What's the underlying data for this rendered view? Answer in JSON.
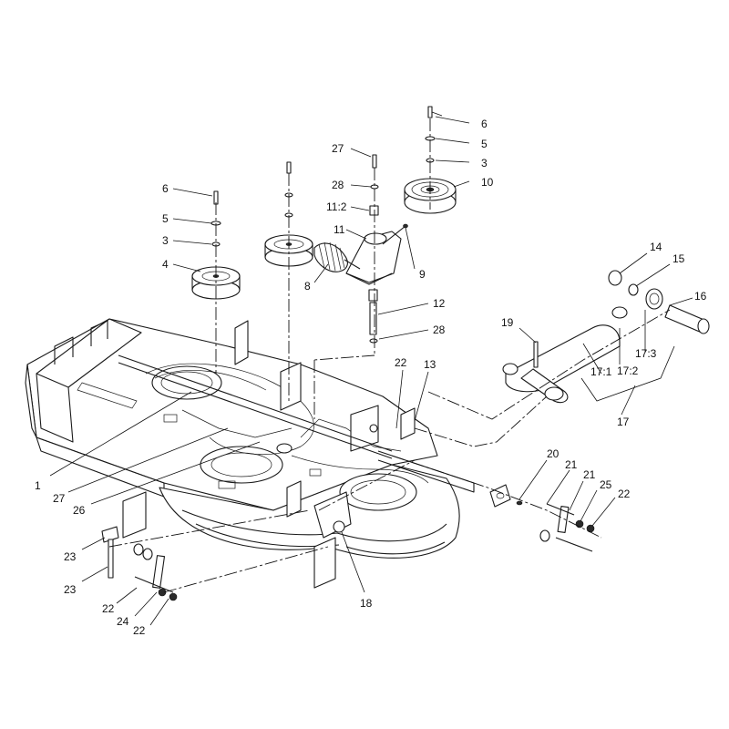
{
  "diagram": {
    "callouts": [
      {
        "id": "c1",
        "text": "1"
      },
      {
        "id": "c3a",
        "text": "3"
      },
      {
        "id": "c3b",
        "text": "3"
      },
      {
        "id": "c4",
        "text": "4"
      },
      {
        "id": "c5a",
        "text": "5"
      },
      {
        "id": "c5b",
        "text": "5"
      },
      {
        "id": "c6a",
        "text": "6"
      },
      {
        "id": "c6b",
        "text": "6"
      },
      {
        "id": "c8",
        "text": "8"
      },
      {
        "id": "c9",
        "text": "9"
      },
      {
        "id": "c10",
        "text": "10"
      },
      {
        "id": "c11",
        "text": "11"
      },
      {
        "id": "c11_2",
        "text": "11:2"
      },
      {
        "id": "c12",
        "text": "12"
      },
      {
        "id": "c13",
        "text": "13"
      },
      {
        "id": "c14",
        "text": "14"
      },
      {
        "id": "c15",
        "text": "15"
      },
      {
        "id": "c16",
        "text": "16"
      },
      {
        "id": "c17",
        "text": "17"
      },
      {
        "id": "c17_1",
        "text": "17:1"
      },
      {
        "id": "c17_2",
        "text": "17:2"
      },
      {
        "id": "c17_3",
        "text": "17:3"
      },
      {
        "id": "c18",
        "text": "18"
      },
      {
        "id": "c19",
        "text": "19"
      },
      {
        "id": "c20",
        "text": "20"
      },
      {
        "id": "c21a",
        "text": "21"
      },
      {
        "id": "c21b",
        "text": "21"
      },
      {
        "id": "c22a",
        "text": "22"
      },
      {
        "id": "c22b",
        "text": "22"
      },
      {
        "id": "c22c",
        "text": "22"
      },
      {
        "id": "c22d",
        "text": "22"
      },
      {
        "id": "c23a",
        "text": "23"
      },
      {
        "id": "c23b",
        "text": "23"
      },
      {
        "id": "c24",
        "text": "24"
      },
      {
        "id": "c25",
        "text": "25"
      },
      {
        "id": "c26",
        "text": "26"
      },
      {
        "id": "c27a",
        "text": "27"
      },
      {
        "id": "c27b",
        "text": "27"
      },
      {
        "id": "c28a",
        "text": "28"
      },
      {
        "id": "c28b",
        "text": "28"
      }
    ]
  }
}
